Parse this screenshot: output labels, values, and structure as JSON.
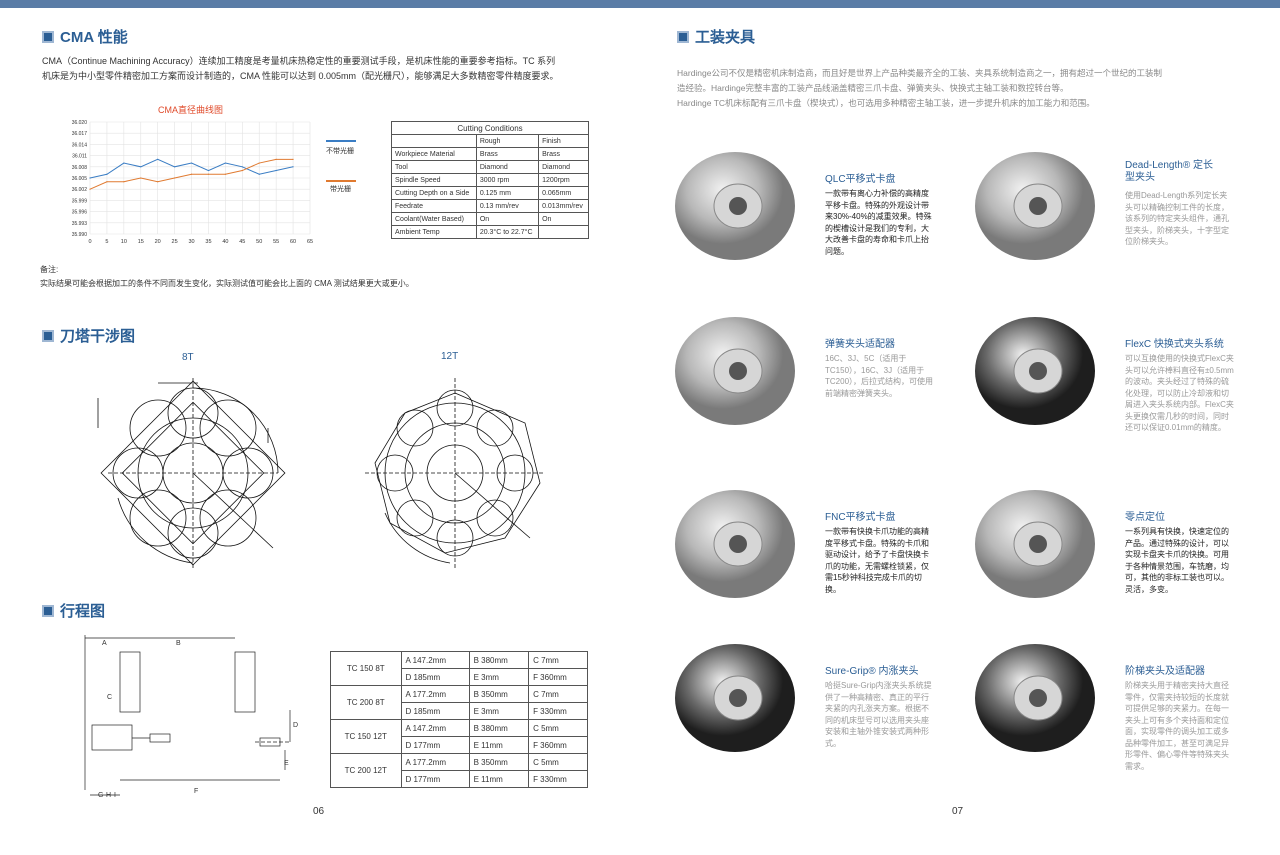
{
  "left": {
    "cma_title": "CMA 性能",
    "cma_text_1": "CMA（Continue Machining Accuracy）连续加工精度是考量机床热稳定性的重要测试手段，是机床性能的重要参考指标。TC 系列",
    "cma_text_2": "机床是为中小型零件精密加工方案而设计制造的，CMA 性能可以达到 0.005mm（配光栅尺），能够满足大多数精密零件精度要求。",
    "chart_title": "CMA直径曲线图",
    "legend_no_grating": "不带光栅",
    "legend_grating": "带光栅",
    "cutting_table": {
      "title": "Cutting Conditions",
      "headers": [
        "",
        "Rough",
        "Finish"
      ],
      "rows": [
        [
          "Workpiece Material",
          "Brass",
          "Brass"
        ],
        [
          "Tool",
          "Diamond",
          "Diamond"
        ],
        [
          "Spindle Speed",
          "3000 rpm",
          "1200rpm"
        ],
        [
          "Cutting Depth on a Side",
          "0.125 mm",
          "0.065mm"
        ],
        [
          "Feedrate",
          "0.13 mm/rev",
          "0.013mm/rev"
        ],
        [
          "Coolant(Water Based)",
          "On",
          "On"
        ],
        [
          "Ambient Temp",
          "20.3°C to 22.7°C",
          ""
        ]
      ]
    },
    "note_title": "备注:",
    "note_text": "实际结果可能会根据加工的条件不同而发生变化，实际测试值可能会比上面的 CMA 测试结果更大或更小。",
    "turret_title": "刀塔干涉图",
    "turret_8t": "8T",
    "turret_12t": "12T",
    "stroke_title": "行程图",
    "stroke_labels": [
      "A",
      "B",
      "C",
      "D",
      "E",
      "F",
      "G",
      "H",
      "I"
    ],
    "stroke_table": [
      {
        "model": "TC 150 8T",
        "rows": [
          [
            "A 147.2mm",
            "B 380mm",
            "C 7mm"
          ],
          [
            "D 185mm",
            "E 3mm",
            "F 360mm"
          ]
        ]
      },
      {
        "model": "TC 200 8T",
        "rows": [
          [
            "A 177.2mm",
            "B 350mm",
            "C 7mm"
          ],
          [
            "D 185mm",
            "E 3mm",
            "F 330mm"
          ]
        ]
      },
      {
        "model": "TC 150 12T",
        "rows": [
          [
            "A 147.2mm",
            "B 380mm",
            "C 5mm"
          ],
          [
            "D 177mm",
            "E 11mm",
            "F 360mm"
          ]
        ]
      },
      {
        "model": "TC 200 12T",
        "rows": [
          [
            "A 177.2mm",
            "B 350mm",
            "C 5mm"
          ],
          [
            "D 177mm",
            "E 11mm",
            "F 330mm"
          ]
        ]
      }
    ],
    "page_number": "06"
  },
  "chart_data": {
    "type": "line",
    "title": "CMA直径曲线图",
    "x": [
      0,
      5,
      10,
      15,
      20,
      25,
      30,
      35,
      40,
      45,
      50,
      55,
      60
    ],
    "xlim": [
      0,
      65
    ],
    "x_ticks": [
      "0",
      "5",
      "10",
      "15",
      "20",
      "25",
      "30",
      "35",
      "40",
      "45",
      "50",
      "55",
      "60",
      "65"
    ],
    "ylim": [
      35.99,
      36.02
    ],
    "y_ticks": [
      "36.020",
      "36.017",
      "36.014",
      "36.011",
      "36.008",
      "36.005",
      "36.002",
      "35.999",
      "35.996",
      "35.993",
      "35.990"
    ],
    "series": [
      {
        "name": "不带光栅",
        "color": "#3a7dc4",
        "values": [
          36.005,
          36.006,
          36.009,
          36.008,
          36.01,
          36.008,
          36.009,
          36.007,
          36.009,
          36.008,
          36.006,
          36.007,
          36.008
        ]
      },
      {
        "name": "带光栅",
        "color": "#e07a30",
        "values": [
          36.002,
          36.004,
          36.004,
          36.005,
          36.004,
          36.005,
          36.006,
          36.006,
          36.006,
          36.007,
          36.009,
          36.01,
          36.01
        ]
      }
    ],
    "grid": true
  },
  "right": {
    "title": "工装夹具",
    "intro_1": "Hardinge公司不仅是精密机床制造商，而且好是世界上产品种类最齐全的工装、夹具系统制造商之一，拥有超过一个世纪的工装制",
    "intro_2": "造经验。Hardinge完整丰富的工装产品线涵盖精密三爪卡盘、弹簧夹头、快换式主轴工装和数控转台等。",
    "intro_3": "Hardinge TC机床标配有三爪卡盘（楔块式），也可选用多种精密主轴工装，进一步提升机床的加工能力和范围。",
    "products": [
      {
        "title": "QLC平移式卡盘",
        "desc": "一款带有离心力补偿的高精度平移卡盘。特殊的外观设计带来30%-40%的减重效果。特殊的楔槽设计是我们的专利，大大改善卡盘的寿命和卡爪上抬问题。"
      },
      {
        "title": "Dead-Length® 定长型夹头",
        "desc": "使用Dead-Length系列定长夹头可以精确控制工件的长度，该系列的特定夹头组件，通孔型夹头，阶梯夹头，十字型定位阶梯夹头。"
      },
      {
        "title": "弹簧夹头适配器",
        "desc": "16C、3J、5C（适用于TC150），16C、3J（适用于TC200），后拉式结构，可使用前端精密弹簧夹头。"
      },
      {
        "title": "FlexC 快换式夹头系统",
        "desc": "可以互换使用的快换式FlexC夹头可以允许棒料直径有±0.5mm的波动。夹头经过了特殊的硫化处理，可以防止冷却液和切屑进入夹头系统内部。FlexC夹头更换仅需几秒的时间，同时还可以保证0.01mm的精度。"
      },
      {
        "title": "FNC平移式卡盘",
        "desc": "一款带有快换卡爪功能的高精度平移式卡盘。特殊的卡爪和驱动设计，给予了卡盘快换卡爪的功能，无需螺栓锁紧，仅需15秒钟科技完成卡爪的切换。"
      },
      {
        "title": "零点定位",
        "desc": "一系列具有快换，快速定位的产品。通过特殊的设计，可以实现卡盘夹卡爪的快换。可用于各种情景范围，车铣磨，均可，其他的非标工装也可以。灵活，多变。"
      },
      {
        "title": "Sure-Grip® 内涨夹头",
        "desc": "哈挺Sure-Grip内涨夹头系统提供了一种高精密、真正的平行夹紧的内孔涨夹方案。根据不同的机床型号可以选用夹头座安装和主轴外锥安装式两种形式。"
      },
      {
        "title": "阶梯夹头及适配器",
        "desc": "阶梯夹头用于精密夹持大直径零件，仅需夹持较短的长度就可提供足够的夹紧力。在每一夹头上可有多个夹持面和定位面，实现零件的调头加工或多品种零件加工，甚至可满足异形零件、偏心零件等特殊夹头需求。"
      }
    ],
    "page_number": "07"
  }
}
